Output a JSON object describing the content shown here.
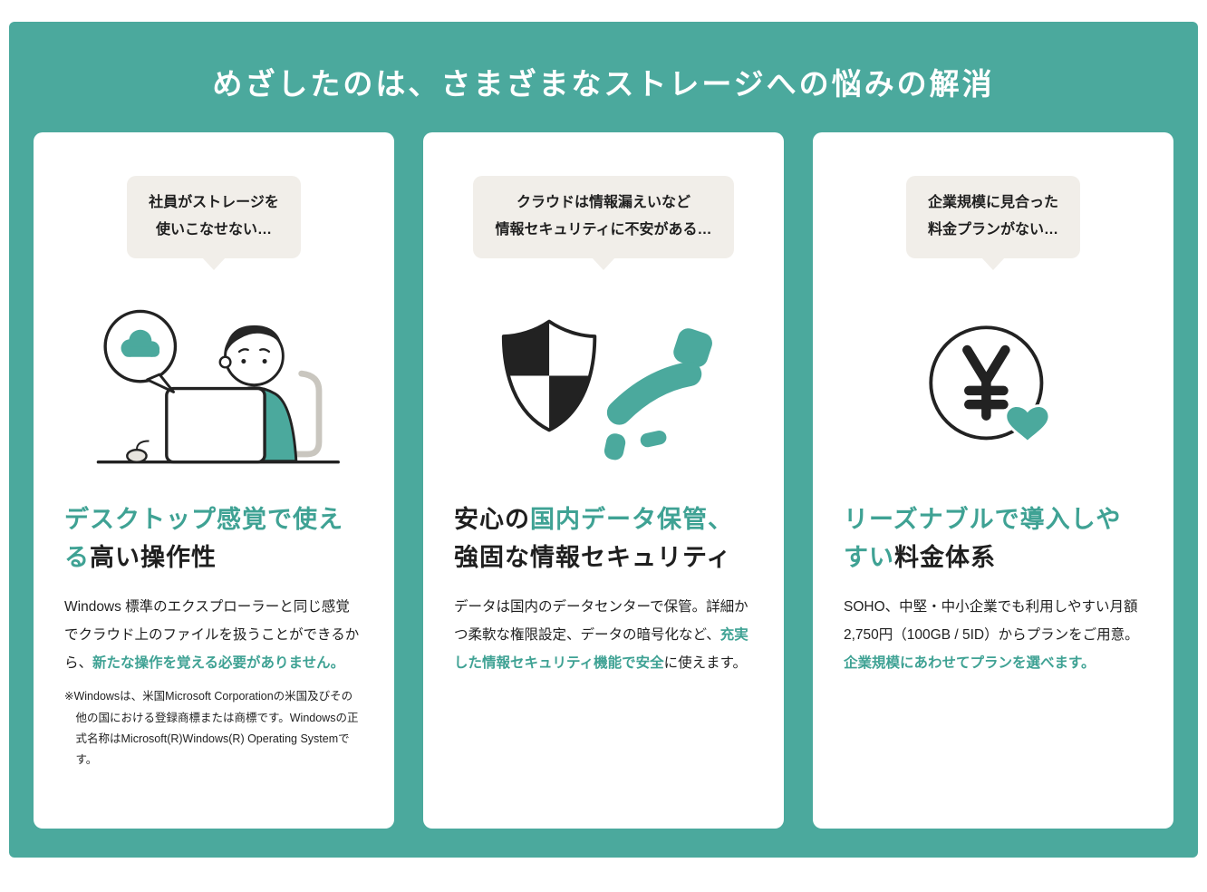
{
  "page": {
    "title": "めざしたのは、さまざまなストレージへの悩みの解消"
  },
  "colors": {
    "background_teal": "#4BA99D",
    "accent_text": "#3FA294",
    "bubble_background": "#F1EEE9",
    "card_background": "#FFFFFF",
    "title_text": "#FFFFFF"
  },
  "illustrations": {
    "card1": "person-using-laptop-with-cloud-speech-bubble",
    "card2": "checkered-shield-with-japan-map",
    "card3": "yen-coin-with-heart"
  },
  "cards": [
    {
      "bubble": "社員がストレージを\n使いこなせない…",
      "heading": {
        "accent": "デスクトップ感覚で使える",
        "rest": "高い操作性"
      },
      "body": {
        "pre": "Windows 標準のエクスプローラーと同じ感覚でクラウド上のファイルを扱うことができるから、",
        "accent": "新たな操作を覚える必要がありません。"
      },
      "footnote": "※Windowsは、米国Microsoft Corporationの米国及びその他の国における登録商標または商標です。Windowsの正式名称はMicrosoft(R)Windows(R) Operating Systemです。"
    },
    {
      "bubble": "クラウドは情報漏えいなど\n情報セキュリティに不安がある…",
      "heading": {
        "pre": "安心の",
        "accent": "国内データ保管、",
        "rest": "強固な情報セキュリティ"
      },
      "body": {
        "pre": "データは国内のデータセンターで保管。詳細かつ柔軟な権限設定、データの暗号化など、",
        "accent": "充実した情報セキュリティ機能で安全",
        "post": "に使えます。"
      }
    },
    {
      "bubble": "企業規模に見合った\n料金プランがない…",
      "heading": {
        "accent": "リーズナブルで導入しやすい",
        "rest": "料金体系"
      },
      "body": {
        "pre": "SOHO、中堅・中小企業でも利用しやすい月額2,750円（100GB / 5ID）からプランをご用意。",
        "accent": "企業規模にあわせてプランを選べます。"
      }
    }
  ]
}
